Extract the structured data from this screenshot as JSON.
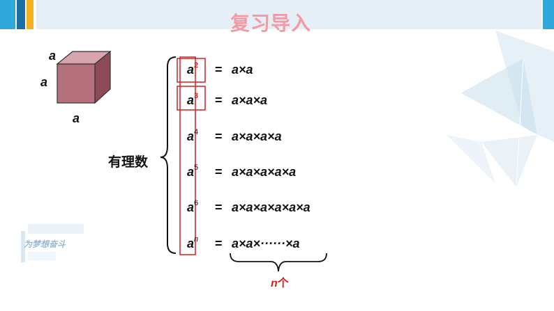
{
  "header": {
    "title": "复习导入"
  },
  "cube": {
    "top_label": "a",
    "left_label": "a",
    "bottom_label": "a"
  },
  "brace_label": "有理数",
  "rows": [
    {
      "base": "a",
      "exp": "2",
      "eq": "=",
      "rhs": "a×a"
    },
    {
      "base": "a",
      "exp": "3",
      "eq": "=",
      "rhs": "a×a×a"
    },
    {
      "base": "a",
      "exp": "4",
      "eq": "=",
      "rhs": "a×a×a×a"
    },
    {
      "base": "a",
      "exp": "5",
      "eq": "=",
      "rhs": "a×a×a×a×a"
    },
    {
      "base": "a",
      "exp": "6",
      "eq": "=",
      "rhs": "a×a×a×a×a×a"
    },
    {
      "base": "a",
      "exp": "n",
      "eq": "=",
      "rhs": "a×a×······×a"
    }
  ],
  "n_count": {
    "var": "n",
    "unit": "个"
  },
  "watermark": {
    "text": "为梦想奋斗"
  },
  "colors": {
    "title": "#f29aa6",
    "highlight": "#d42020",
    "cube_front": "#b5707e"
  }
}
